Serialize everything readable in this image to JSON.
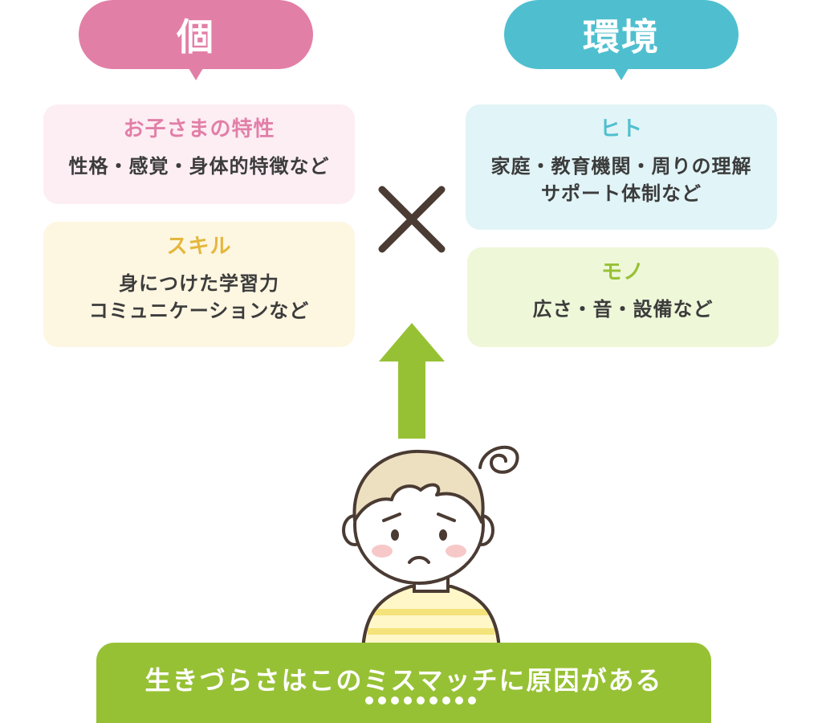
{
  "individual": {
    "label": "個",
    "color": "#e27fa7",
    "traits": {
      "heading": "お子さまの特性",
      "color": "#e27fa7",
      "bg": "#fdeef4",
      "lines": [
        "性格・感覚・身体的特徴など"
      ]
    },
    "skills": {
      "heading": "スキル",
      "color": "#e4b73c",
      "bg": "#fdf6e1",
      "lines": [
        "身につけた学習力",
        "コミュニケーションなど"
      ]
    }
  },
  "environment": {
    "label": "環境",
    "color": "#4fbfcf",
    "people": {
      "heading": "ヒト",
      "color": "#4fbfcf",
      "bg": "#e1f4f7",
      "lines": [
        "家庭・教育機関・周りの理解",
        "サポート体制など"
      ]
    },
    "things": {
      "heading": "モノ",
      "color": "#97c135",
      "bg": "#eef7d8",
      "lines": [
        "広さ・音・設備など"
      ]
    }
  },
  "multiply_symbol_color": "#4a3b33",
  "arrow_color": "#97c135",
  "banner": {
    "text": "生きづらさはこのミスマッチに原因がある",
    "emphasis_dots": 9
  }
}
